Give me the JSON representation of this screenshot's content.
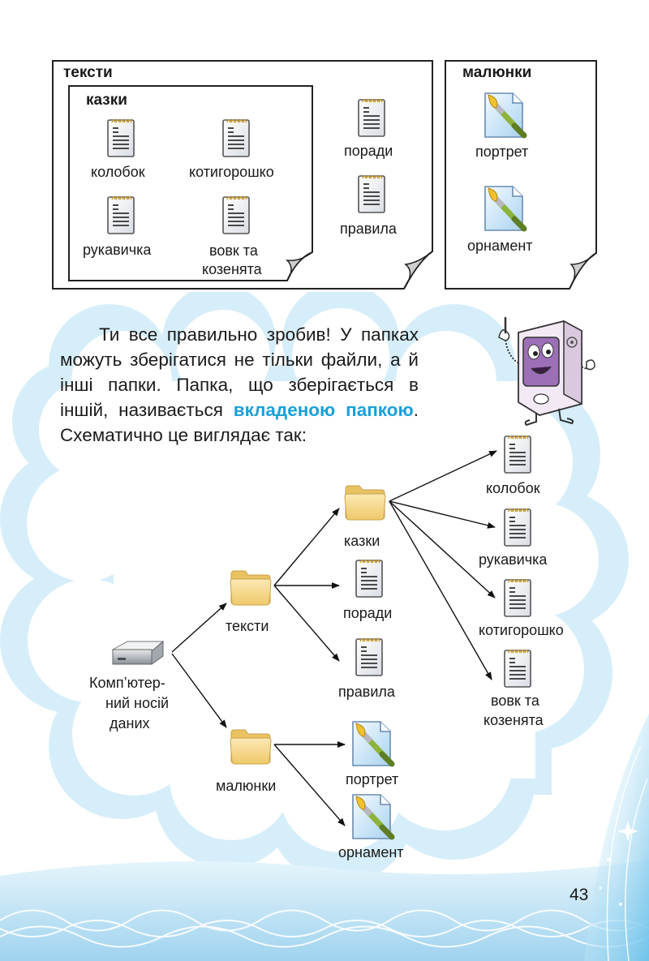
{
  "top_boxes": {
    "texts_box": {
      "title": "тексти",
      "files": [
        "поради",
        "правила"
      ]
    },
    "tales_box": {
      "title": "казки",
      "files": [
        "колобок",
        "котигорошко",
        "рукавичка",
        "вовк та",
        "козенята"
      ]
    },
    "pictures_box": {
      "title": "малюнки",
      "files": [
        "портрет",
        "орнамент"
      ]
    }
  },
  "intro": {
    "text_part1": "Ти все правильно зробив! У пап­ках можуть зберігатися не тільки файли, а й інші папки. Папка, що збе­рігається в іншій, називається ",
    "highlight": "вкла­деною папкою",
    "text_part2": ". Схематично це ви­глядає так:"
  },
  "diagram": {
    "drive": {
      "line1": "Комп’ютер-",
      "line2": "ний носій",
      "line3": "даних"
    },
    "folder_texts": "тексти",
    "folder_pictures": "малюнки",
    "folder_tales": "казки",
    "file_tips": "поради",
    "file_rules": "правила",
    "file_portrait": "портрет",
    "file_ornament": "орнамент",
    "file_kolobok": "колобок",
    "file_mitten": "рукавичка",
    "file_kotyhoroshko": "котигорошко",
    "file_wolf_line1": "вовк та",
    "file_wolf_line2": "козенята"
  },
  "page_number": "43",
  "colors": {
    "highlight": "#1aa0d8",
    "cloud": "#dff1fb",
    "folder": "#f6d98c",
    "wave": "#bfe4f7"
  },
  "icons": [
    "document-icon",
    "picture-icon",
    "folder-icon",
    "drive-icon",
    "computer-mascot"
  ]
}
